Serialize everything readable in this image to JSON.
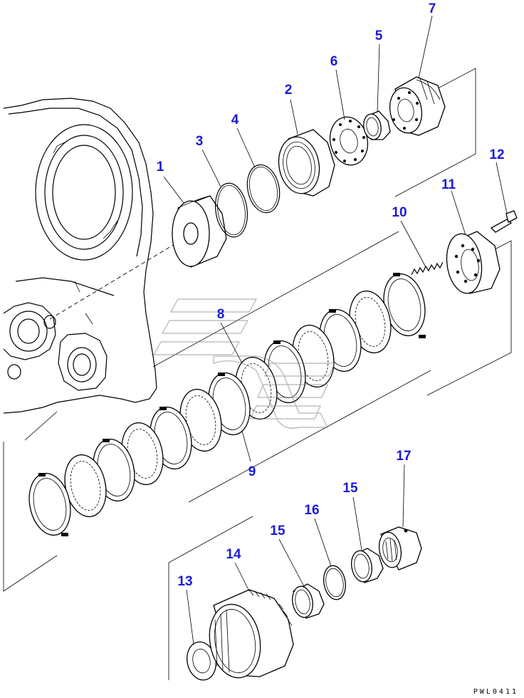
{
  "diagram": {
    "callouts": [
      {
        "id": "c1",
        "label": "1"
      },
      {
        "id": "c2",
        "label": "2"
      },
      {
        "id": "c3",
        "label": "3"
      },
      {
        "id": "c4",
        "label": "4"
      },
      {
        "id": "c5",
        "label": "5"
      },
      {
        "id": "c6",
        "label": "6"
      },
      {
        "id": "c7",
        "label": "7"
      },
      {
        "id": "c8",
        "label": "8"
      },
      {
        "id": "c9",
        "label": "9"
      },
      {
        "id": "c10",
        "label": "10"
      },
      {
        "id": "c11",
        "label": "11"
      },
      {
        "id": "c12",
        "label": "12"
      },
      {
        "id": "c13",
        "label": "13"
      },
      {
        "id": "c14",
        "label": "14"
      },
      {
        "id": "c15a",
        "label": "15"
      },
      {
        "id": "c15b",
        "label": "15"
      },
      {
        "id": "c16",
        "label": "16"
      },
      {
        "id": "c17",
        "label": "17"
      }
    ],
    "drawing_code": "PWL0411",
    "colors": {
      "callout": "#1a1ad6",
      "line": "#000000",
      "watermark": "#777777"
    }
  }
}
